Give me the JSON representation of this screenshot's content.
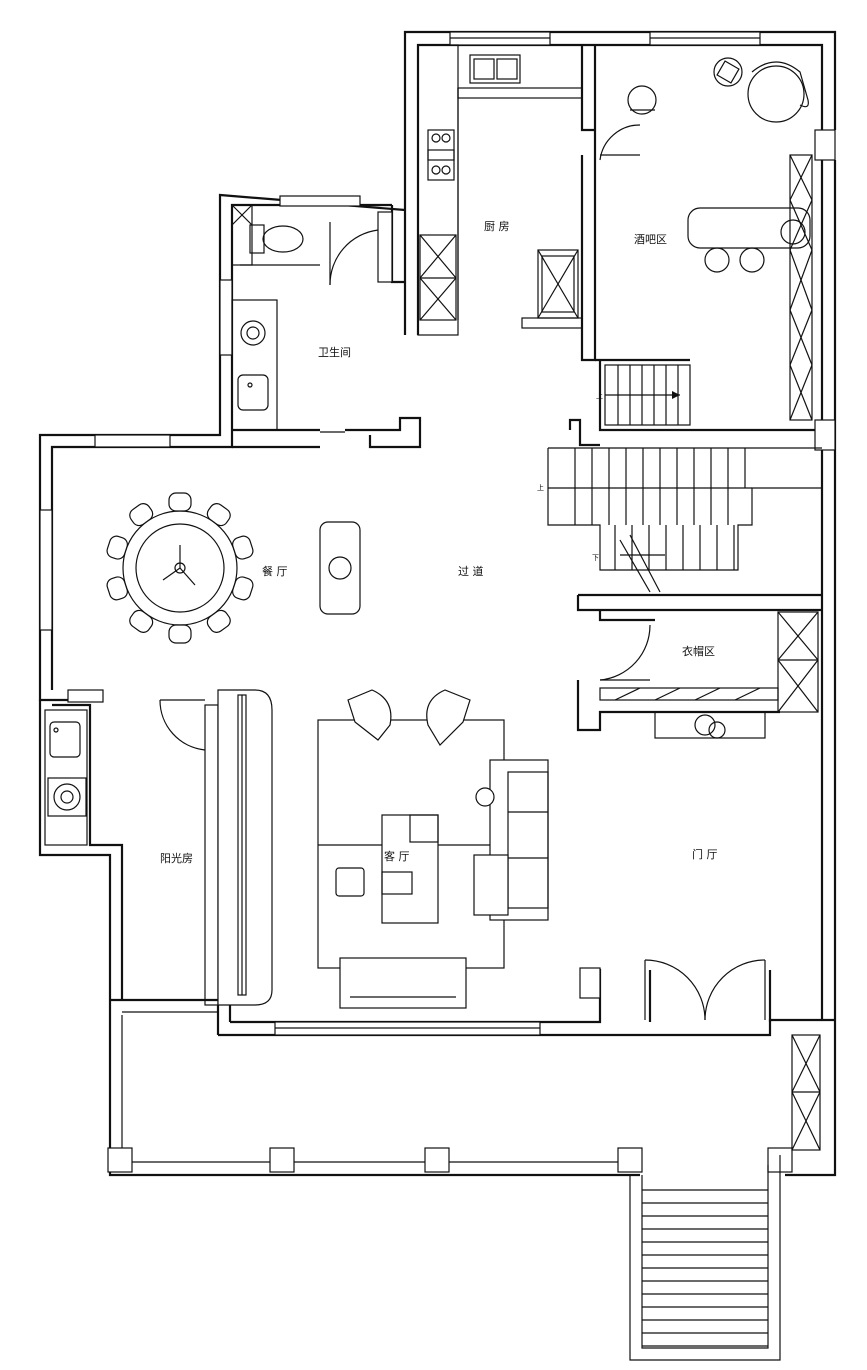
{
  "rooms": {
    "kitchen": "厨 房",
    "bar": "酒吧区",
    "bathroom": "卫生间",
    "dining": "餐 厅",
    "corridor": "过 道",
    "cloakroom": "衣帽区",
    "sunroom": "阳光房",
    "living": "客 厅",
    "foyer": "门 厅"
  },
  "stairs": {
    "up_1": "上",
    "up_2": "上",
    "down": "下"
  },
  "colors": {
    "line": "#111111",
    "background": "#ffffff"
  }
}
